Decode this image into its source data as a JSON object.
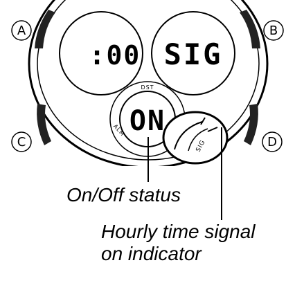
{
  "buttons": {
    "a": "A",
    "b": "B",
    "c": "C",
    "d": "D"
  },
  "displays": {
    "left_dial": ":00",
    "right_dial": "SIG",
    "center_dial": "ON",
    "center_ring_top": "DST",
    "center_ring_left": "ALM",
    "indicator_ring": "SIG"
  },
  "callouts": {
    "status": "On/Off status",
    "indicator_line1": "Hourly time signal",
    "indicator_line2": "on indicator"
  }
}
